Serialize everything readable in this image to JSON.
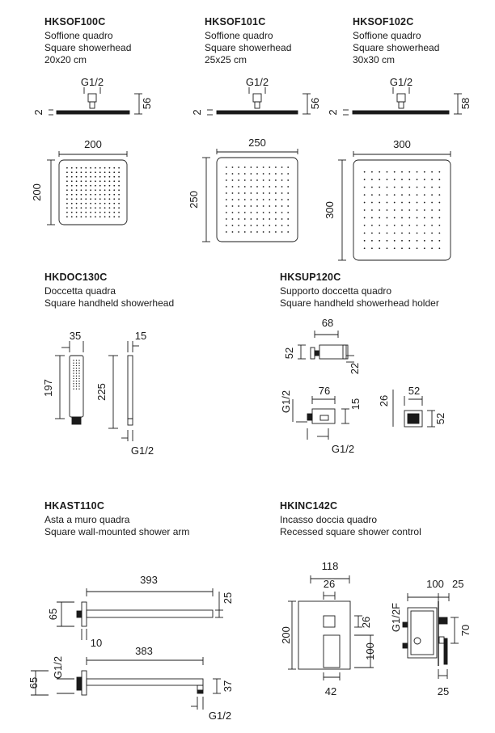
{
  "products": [
    {
      "code": "HKSOF100C",
      "it": "Soffione quadro",
      "en": "Square showerhead",
      "size": "20x20 cm",
      "thread": "G1/2",
      "d_thick": "2",
      "d_height": "56",
      "d_w": "200",
      "d_h": "200"
    },
    {
      "code": "HKSOF101C",
      "it": "Soffione quadro",
      "en": "Square showerhead",
      "size": "25x25 cm",
      "thread": "G1/2",
      "d_thick": "2",
      "d_height": "56",
      "d_w": "250",
      "d_h": "250"
    },
    {
      "code": "HKSOF102C",
      "it": "Soffione quadro",
      "en": "Square showerhead",
      "size": "30x30 cm",
      "thread": "G1/2",
      "d_thick": "2",
      "d_height": "58",
      "d_w": "300",
      "d_h": "300"
    },
    {
      "code": "HKDOC130C",
      "it": "Doccetta quadra",
      "en": "Square handheld showerhead",
      "d_w": "35",
      "d_h": "197",
      "d_side_w": "15",
      "d_side_h": "225",
      "thread": "G1/2"
    },
    {
      "code": "HKSUP120C",
      "it": "Supporto doccetta quadro",
      "en": "Square handheld showerhead holder",
      "d_top_w": "68",
      "d_top_h": "52",
      "d_top_d": "22",
      "d_mid_w": "76",
      "d_thread": "G1/2",
      "d_mid_d": "15",
      "d_b_thread": "G1/2",
      "d_side_w": "52",
      "d_side_d": "26",
      "d_side_h": "52"
    },
    {
      "code": "HKAST110C",
      "it": "Asta a muro quadra",
      "en": "Square wall-mounted shower arm",
      "a_len": "393",
      "a_h": "65",
      "a_d": "25",
      "a_off": "10",
      "b_len": "383",
      "b_h": "65",
      "b_thread": "G1/2",
      "b_d": "37",
      "b_thread2": "G1/2"
    },
    {
      "code": "HKINC142C",
      "it": "Incasso doccia quadro",
      "en": "Recessed square shower control",
      "f_w": "118",
      "f_knob": "26",
      "f_h": "200",
      "f_k2": "26",
      "f_plate": "100",
      "f_bottom": "42",
      "s_top": "100",
      "s_top2": "25",
      "s_thread": "G1/2F",
      "s_h": "70",
      "s_bottom": "25"
    }
  ]
}
